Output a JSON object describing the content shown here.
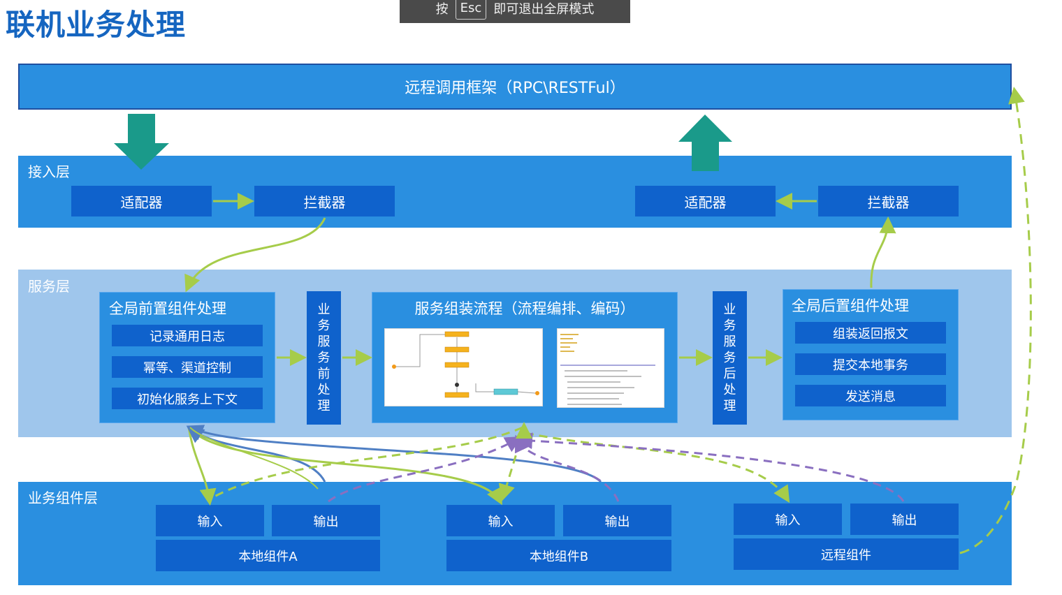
{
  "page_title": "联机业务处理",
  "fullscreen_hint": {
    "prefix": "按",
    "key": "Esc",
    "suffix": "即可退出全屏模式"
  },
  "rpc_framework": "远程调用框架（RPC\\RESTFul）",
  "access_layer": {
    "label": "接入层",
    "left_adapter": "适配器",
    "left_interceptor": "拦截器",
    "right_adapter": "适配器",
    "right_interceptor": "拦截器"
  },
  "service_layer": {
    "label": "服务层",
    "pre_global": {
      "title": "全局前置组件处理",
      "items": [
        "记录通用日志",
        "幂等、渠道控制",
        "初始化服务上下文"
      ]
    },
    "pre_business": [
      "业",
      "务",
      "服",
      "务",
      "前",
      "处",
      "理"
    ],
    "assembly": {
      "title": "服务组装流程（流程编排、编码）"
    },
    "post_business": [
      "业",
      "务",
      "服",
      "务",
      "后",
      "处",
      "理"
    ],
    "post_global": {
      "title": "全局后置组件处理",
      "items": [
        "组装返回报文",
        "提交本地事务",
        "发送消息"
      ]
    }
  },
  "component_layer": {
    "label": "业务组件层",
    "local_a": {
      "input": "输入",
      "output": "输出",
      "name": "本地组件A"
    },
    "local_b": {
      "input": "输入",
      "output": "输出",
      "name": "本地组件B"
    },
    "remote": {
      "input": "输入",
      "output": "输出",
      "name": "远程组件"
    }
  },
  "colors": {
    "layer_blue": "#2a8fe0",
    "box_blue": "#0f62cc",
    "service_bg": "#9fc6ec",
    "arrow_teal": "#1a9a8a",
    "connector_green": "#a6cc4a",
    "connector_steel": "#4f7fc4",
    "connector_purple": "#8a6fc0"
  }
}
